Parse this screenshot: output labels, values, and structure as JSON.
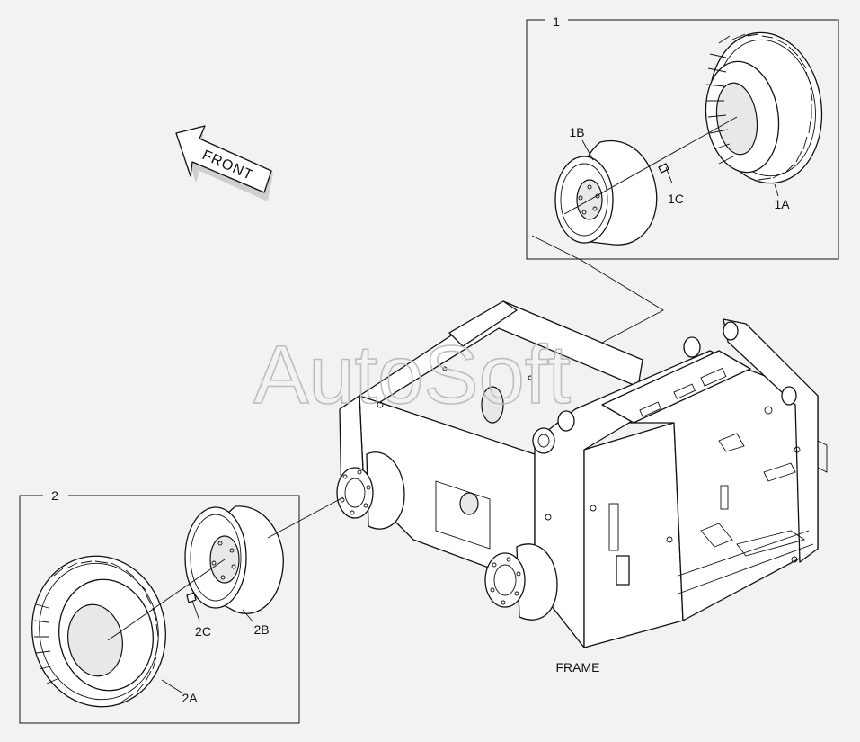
{
  "watermark": "AutoSoft",
  "direction_arrow": {
    "label": "FRONT"
  },
  "groups": [
    {
      "id": "1",
      "parts": [
        "1A",
        "1B",
        "1C"
      ]
    },
    {
      "id": "2",
      "parts": [
        "2A",
        "2B",
        "2C"
      ]
    }
  ],
  "parts": {
    "tire_1": "1A",
    "rim_1": "1B",
    "valve_1": "1C",
    "tire_2": "2A",
    "rim_2": "2B",
    "valve_2": "2C"
  },
  "assembly_label": "FRAME",
  "icons": {
    "direction_arrow": "front-arrow-icon"
  },
  "colors": {
    "background": "#f2f2f2",
    "line": "#111111",
    "watermark": "#bdbdbd"
  }
}
